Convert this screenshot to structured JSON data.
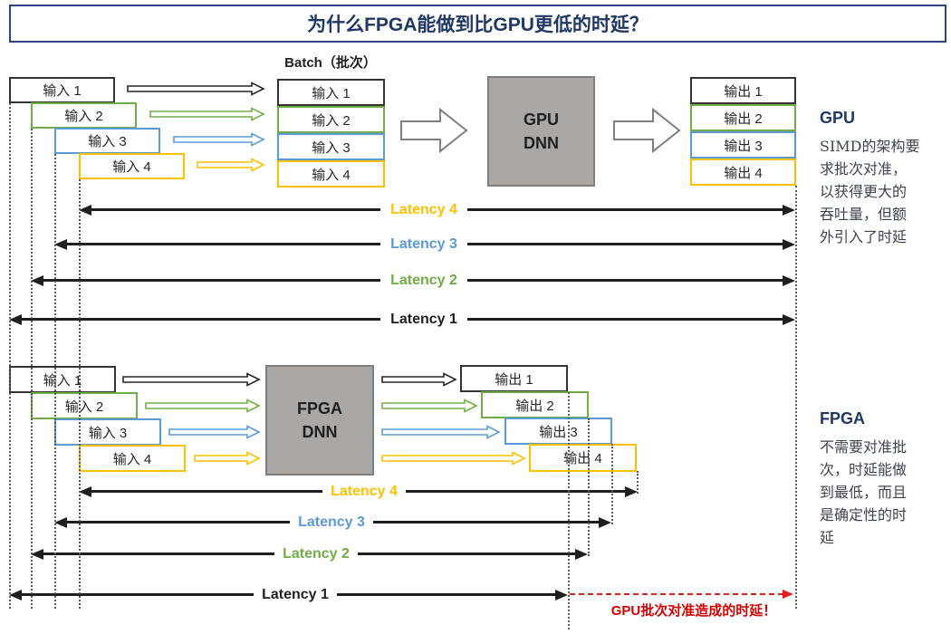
{
  "title": "为什么FPGA能做到比GPU更低的时延？",
  "batch_label": "Batch（批次）",
  "colors": {
    "navy": "#1F3864",
    "black_accent": "#333333",
    "green": "#70AD47",
    "blue": "#5B9BD5",
    "orange": "#FFC000",
    "gray_fill": "#ABA7A4",
    "gray_border": "#7F7F7F",
    "red": "#E31E1E"
  },
  "gpu": {
    "inputs": [
      "输入 1",
      "输入 2",
      "输入 3",
      "输入 4"
    ],
    "batch_inputs": [
      "输入 1",
      "输入 2",
      "输入 3",
      "输入 4"
    ],
    "processor_lines": [
      "GPU",
      "DNN"
    ],
    "outputs": [
      "输出 1",
      "输出 2",
      "输出 3",
      "输出 4"
    ],
    "latency_labels": [
      "Latency 4",
      "Latency 3",
      "Latency 2",
      "Latency 1"
    ],
    "heading": "GPU",
    "note_lines": [
      "SIMD的架构要",
      "求批次对准，",
      "以获得更大的",
      "吞吐量，但额",
      "外引入了时延"
    ]
  },
  "fpga": {
    "inputs": [
      "输入 1",
      "输入 2",
      "输入 3",
      "输入 4"
    ],
    "processor_lines": [
      "FPGA",
      "DNN"
    ],
    "outputs": [
      "输出 1",
      "输出 2",
      "输出 3",
      "输出 4"
    ],
    "latency_labels": [
      "Latency 4",
      "Latency 3",
      "Latency 2",
      "Latency 1"
    ],
    "heading": "FPGA",
    "note_lines": [
      "不需要对准批",
      "次，时延能做",
      "到最低，而且",
      "是确定性的时",
      "延"
    ],
    "callout": "GPU批次对准造成的时延！"
  }
}
